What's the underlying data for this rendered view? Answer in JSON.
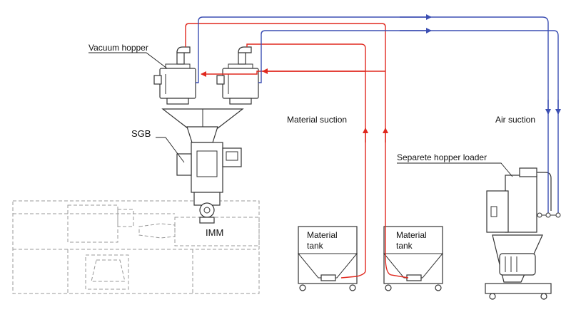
{
  "labels": {
    "vacuum_hopper": "Vacuum hopper",
    "sgb": "SGB",
    "imm": "IMM",
    "material_suction": "Material suction",
    "air_suction": "Air suction",
    "separate_hopper_loader": "Separete hopper loader",
    "tank_left_line1": "Material",
    "tank_left_line2": "tank",
    "tank_right_line1": "Material",
    "tank_right_line2": "tank"
  },
  "colors": {
    "material_line": "#e0281e",
    "air_line": "#3c4fb3",
    "equipment": "#333333",
    "machine_outline": "#999999"
  },
  "icons": {
    "flow_arrow": "arrow-head",
    "caster": "caster-wheel"
  }
}
